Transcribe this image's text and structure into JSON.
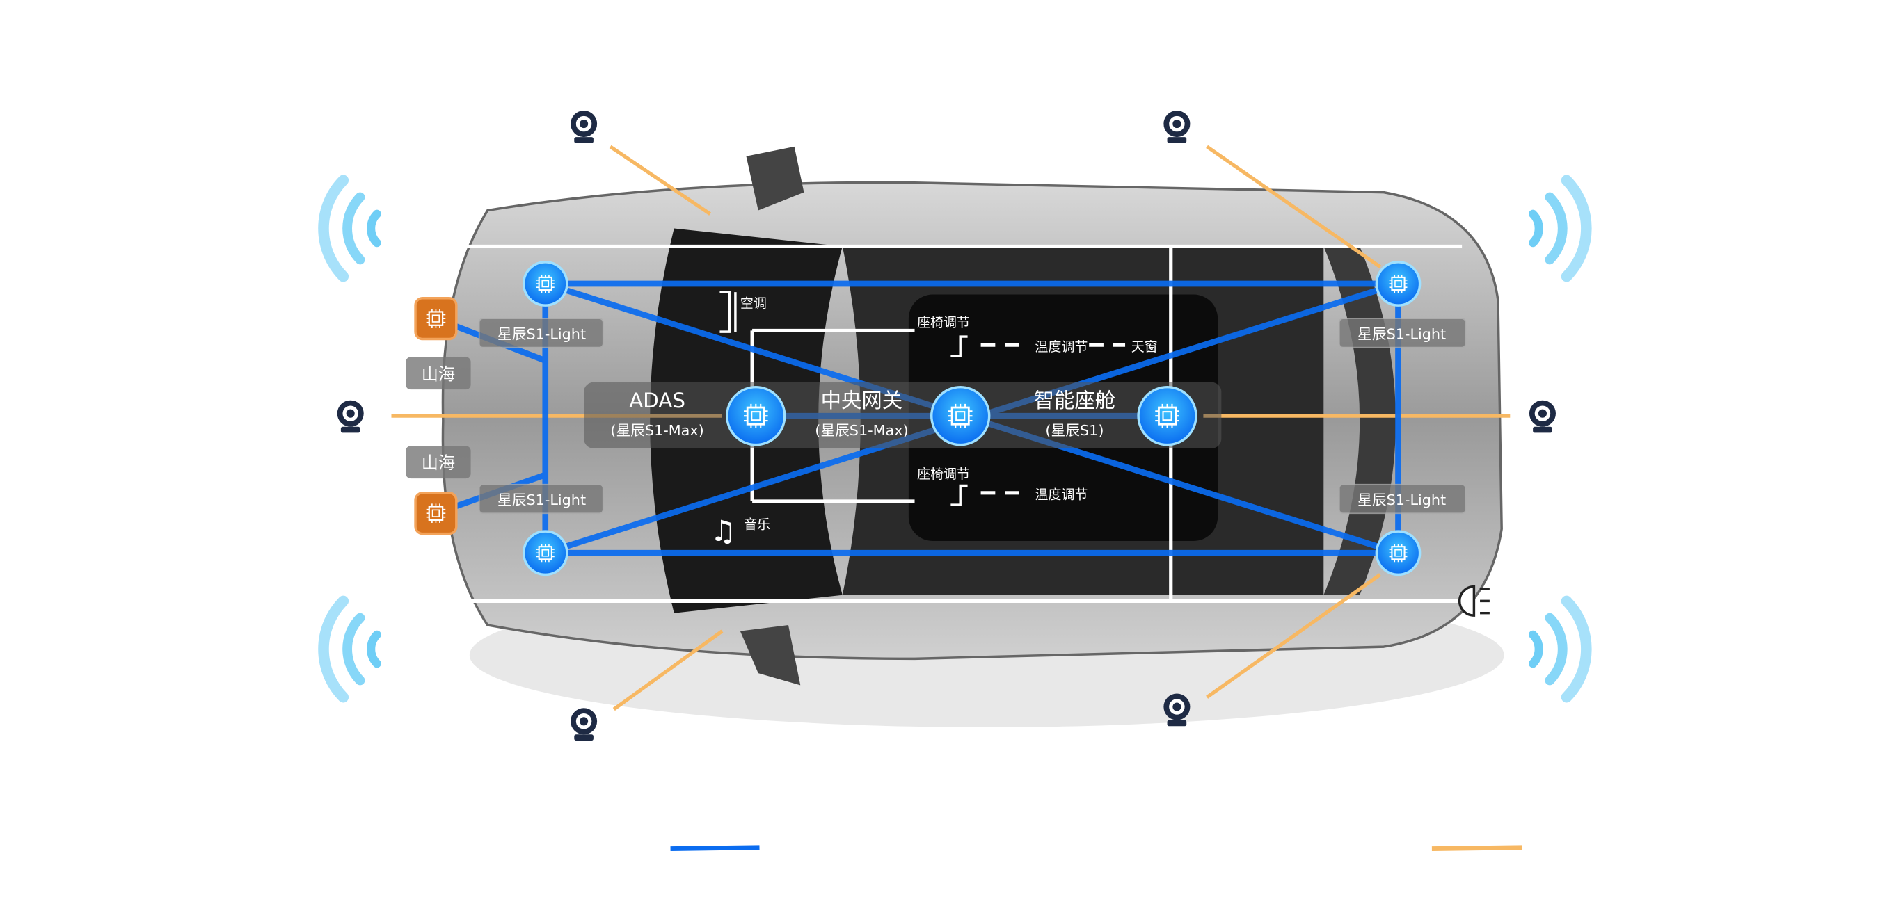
{
  "nodes": {
    "adas": {
      "title": "ADAS",
      "chip": "(星辰S1-Max)"
    },
    "gateway": {
      "title": "中央网关",
      "chip": "(星辰S1-Max)"
    },
    "cockpit": {
      "title": "智能座舱",
      "chip": "(星辰S1)"
    },
    "corner_label": "星辰S1-Light",
    "shanhai_label": "山海"
  },
  "functions": {
    "ac": "空调",
    "music": "音乐",
    "seat": "座椅调节",
    "temp": "温度调节",
    "sunroof": "天窗"
  },
  "colors": {
    "network": "#0a6cf0",
    "camera_link": "#f7b863",
    "chip_orange": "#d8731e",
    "wave": "#5fc9f5"
  }
}
